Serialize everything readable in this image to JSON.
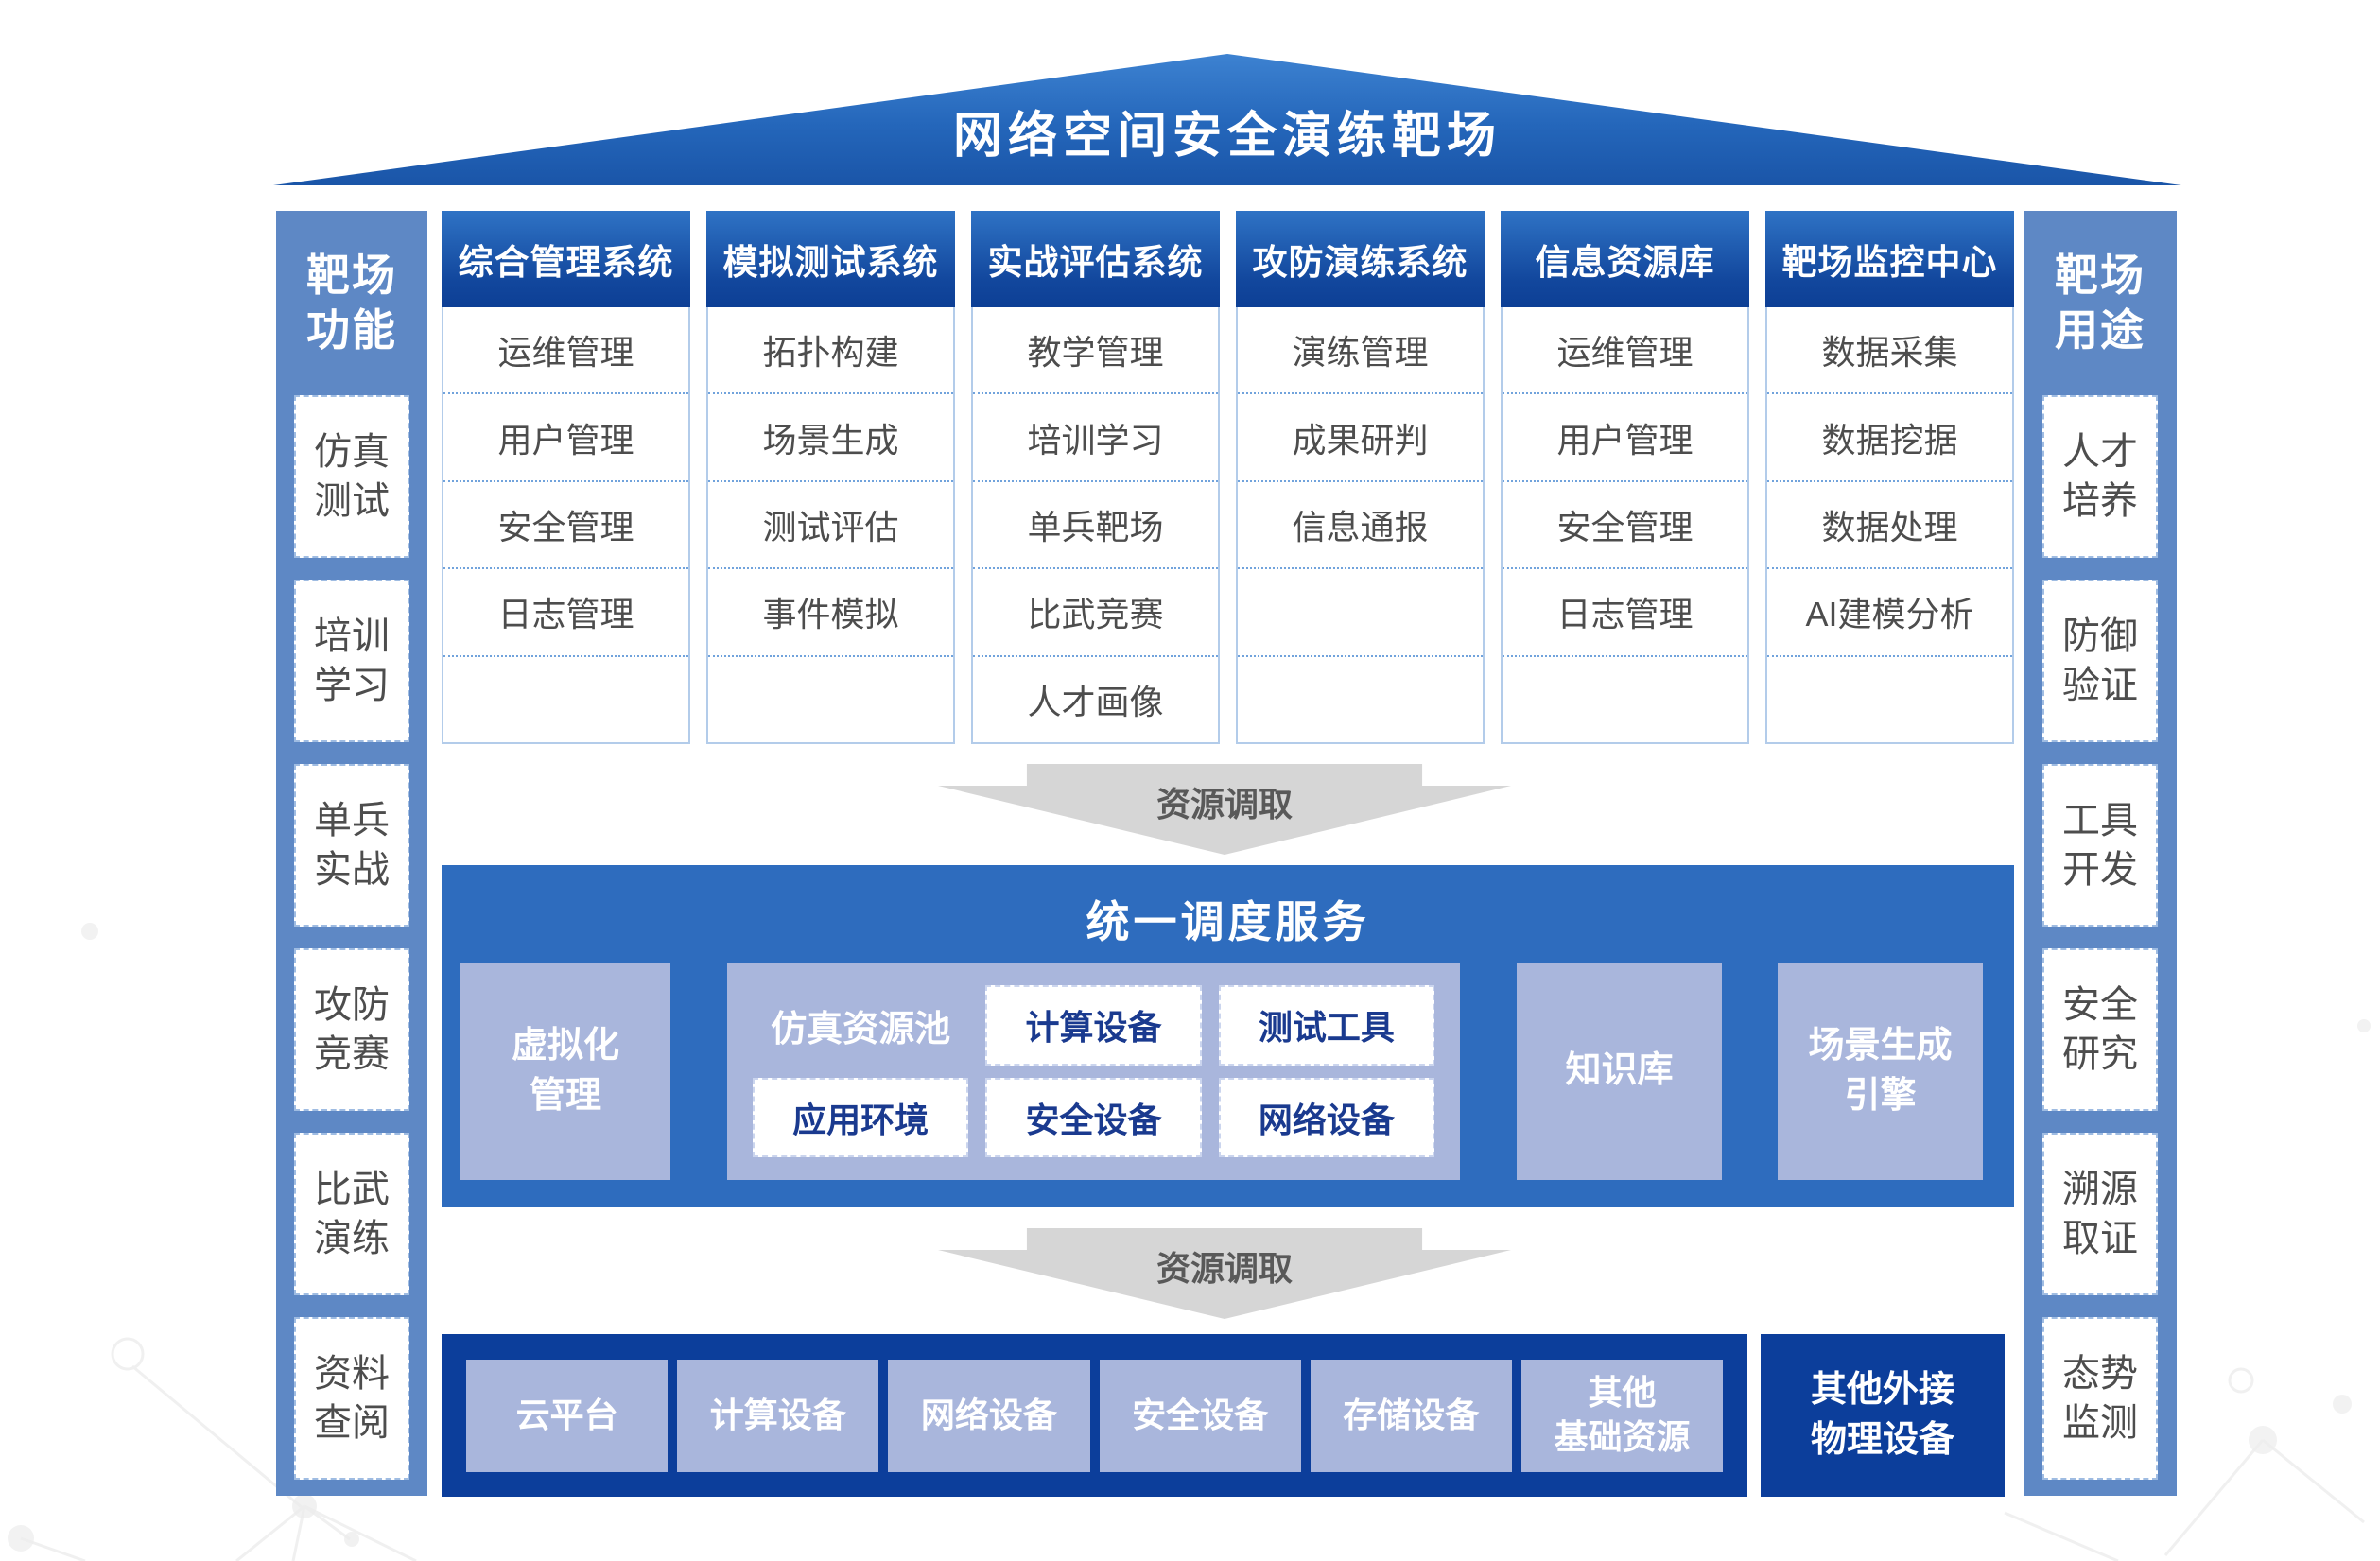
{
  "title": "网络空间安全演练靶场",
  "left_sidebar": {
    "title": "靶场\n功能",
    "items": [
      "仿真\n测试",
      "培训\n学习",
      "单兵\n实战",
      "攻防\n竞赛",
      "比武\n演练",
      "资料\n查阅"
    ]
  },
  "right_sidebar": {
    "title": "靶场\n用途",
    "items": [
      "人才\n培养",
      "防御\n验证",
      "工具\n开发",
      "安全\n研究",
      "溯源\n取证",
      "态势\n监测"
    ]
  },
  "systems": [
    {
      "title": "综合管理系统",
      "items": [
        "运维管理",
        "用户管理",
        "安全管理",
        "日志管理"
      ]
    },
    {
      "title": "模拟测试系统",
      "items": [
        "拓扑构建",
        "场景生成",
        "测试评估",
        "事件模拟"
      ]
    },
    {
      "title": "实战评估系统",
      "items": [
        "教学管理",
        "培训学习",
        "单兵靶场",
        "比武竞赛",
        "人才画像"
      ]
    },
    {
      "title": "攻防演练系统",
      "items": [
        "演练管理",
        "成果研判",
        "信息通报"
      ]
    },
    {
      "title": "信息资源库",
      "items": [
        "运维管理",
        "用户管理",
        "安全管理",
        "日志管理"
      ]
    },
    {
      "title": "靶场监控中心",
      "items": [
        "数据采集",
        "数据挖据",
        "数据处理",
        "AI建模分析"
      ]
    }
  ],
  "arrows": {
    "top": "资源调取",
    "bottom": "资源调取"
  },
  "scheduling": {
    "title": "统一调度服务",
    "virtualization": "虚拟化\n管理",
    "resource_pool": {
      "label": "仿真资源池",
      "cells": [
        "计算设备",
        "测试工具",
        "应用环境",
        "安全设备",
        "网络设备"
      ]
    },
    "knowledge": "知识库",
    "scene_engine": "场景生成\n引擎"
  },
  "infrastructure": {
    "items": [
      "云平台",
      "计算设备",
      "网络设备",
      "安全设备",
      "存储设备",
      "其他\n基础资源"
    ],
    "external": "其他外接\n物理设备"
  },
  "colors": {
    "roof_top": "#3d82d1",
    "roof_bottom": "#1a55a8",
    "sidebar_blue": "#5e88c5",
    "header_top": "#2f73c5",
    "header_bottom": "#0d3f95",
    "band_blue": "#2e6cbe",
    "dark_band_blue": "#0c3e9b",
    "periwinkle": "#a9b6dc",
    "cell_text_navy": "#1a3a8f",
    "item_text_gray": "#4d4d4d",
    "arrow_gray": "#d6d6d6",
    "dotted_separator": "#71a3dc"
  }
}
